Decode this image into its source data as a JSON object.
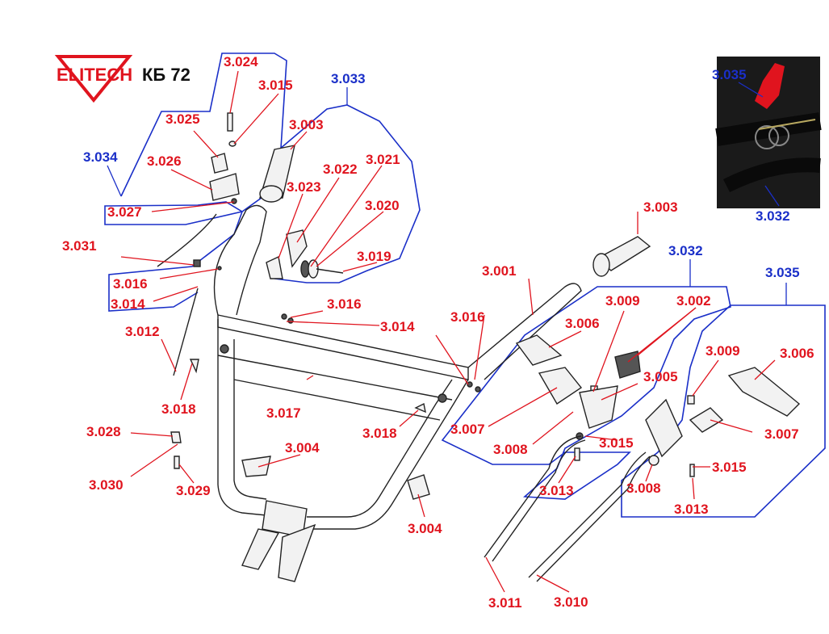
{
  "brand": {
    "name": "ELITECH",
    "model": "КБ 72"
  },
  "colors": {
    "part_label": "#e0141e",
    "group_label": "#1a2fc8",
    "photo_bg": "#1a1a1a",
    "lever_red": "#e0141e"
  },
  "labels": {
    "l3001": "3.001",
    "l3002": "3.002",
    "l3003a": "3.003",
    "l3003b": "3.003",
    "l3004a": "3.004",
    "l3004b": "3.004",
    "l3005": "3.005",
    "l3006a": "3.006",
    "l3006b": "3.006",
    "l3007a": "3.007",
    "l3007b": "3.007",
    "l3008a": "3.008",
    "l3008b": "3.008",
    "l3009a": "3.009",
    "l3009b": "3.009",
    "l3010": "3.010",
    "l3011": "3.011",
    "l3012": "3.012",
    "l3013a": "3.013",
    "l3013b": "3.013",
    "l3014a": "3.014",
    "l3014b": "3.014",
    "l3015a": "3.015",
    "l3015b": "3.015",
    "l3015c": "3.015",
    "l3016a": "3.016",
    "l3016b": "3.016",
    "l3016c": "3.016",
    "l3017": "3.017",
    "l3018a": "3.018",
    "l3018b": "3.018",
    "l3019": "3.019",
    "l3020": "3.020",
    "l3021": "3.021",
    "l3022": "3.022",
    "l3023": "3.023",
    "l3024": "3.024",
    "l3025": "3.025",
    "l3026": "3.026",
    "l3027": "3.027",
    "l3028": "3.028",
    "l3029": "3.029",
    "l3030": "3.030",
    "l3031": "3.031",
    "l3032a": "3.032",
    "l3032b": "3.032",
    "l3033": "3.033",
    "l3034": "3.034",
    "l3035a": "3.035",
    "l3035b": "3.035"
  }
}
